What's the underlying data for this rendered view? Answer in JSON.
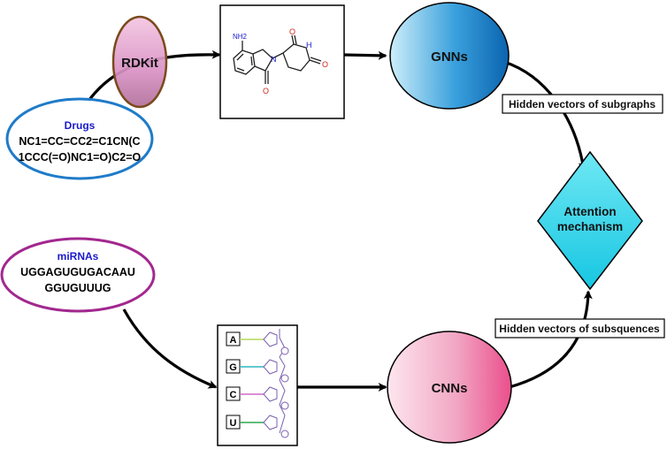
{
  "nodes": {
    "rdkit": {
      "label": "RDKit"
    },
    "drugs": {
      "title": "Drugs",
      "smiles_line1": "NC1=CC=CC2=C1CN(C",
      "smiles_line2": "1CCC(=O)NC1=O)C2=O"
    },
    "gnns": {
      "label": "GNNs"
    },
    "cnns": {
      "label": "CNNs"
    },
    "attention": {
      "line1": "Attention",
      "line2": "mechanism"
    },
    "mirnas": {
      "title": "miRNAs",
      "seq_line1": "UGGAGUGUGACAAU",
      "seq_line2": "GGUGUUUG"
    },
    "molecule": {
      "nh2": "NH2"
    },
    "nucleotides": {
      "a": "A",
      "g": "G",
      "c": "C",
      "u": "U",
      "colors": {
        "a": "#b7d85a",
        "g": "#2eb6c2",
        "c": "#d06ac8",
        "u": "#2ea64e"
      }
    }
  },
  "labels": {
    "hidden_subgraphs": "Hidden vectors of subgraphs",
    "hidden_subsequences": "Hidden vectors of subsquences"
  },
  "colors": {
    "title_blue": "#1a1acc",
    "drugs_border": "#1f7bc9",
    "mirnas_border": "#a2288f",
    "rdkit_border": "#7a4a1c",
    "rdkit_fill": "#d991c4",
    "gnn_left": "#cdeefa",
    "gnn_right": "#0a64ae",
    "cnn_left": "#fde6ee",
    "cnn_right": "#ee6097",
    "attention_fill": "#2fd6ec"
  }
}
